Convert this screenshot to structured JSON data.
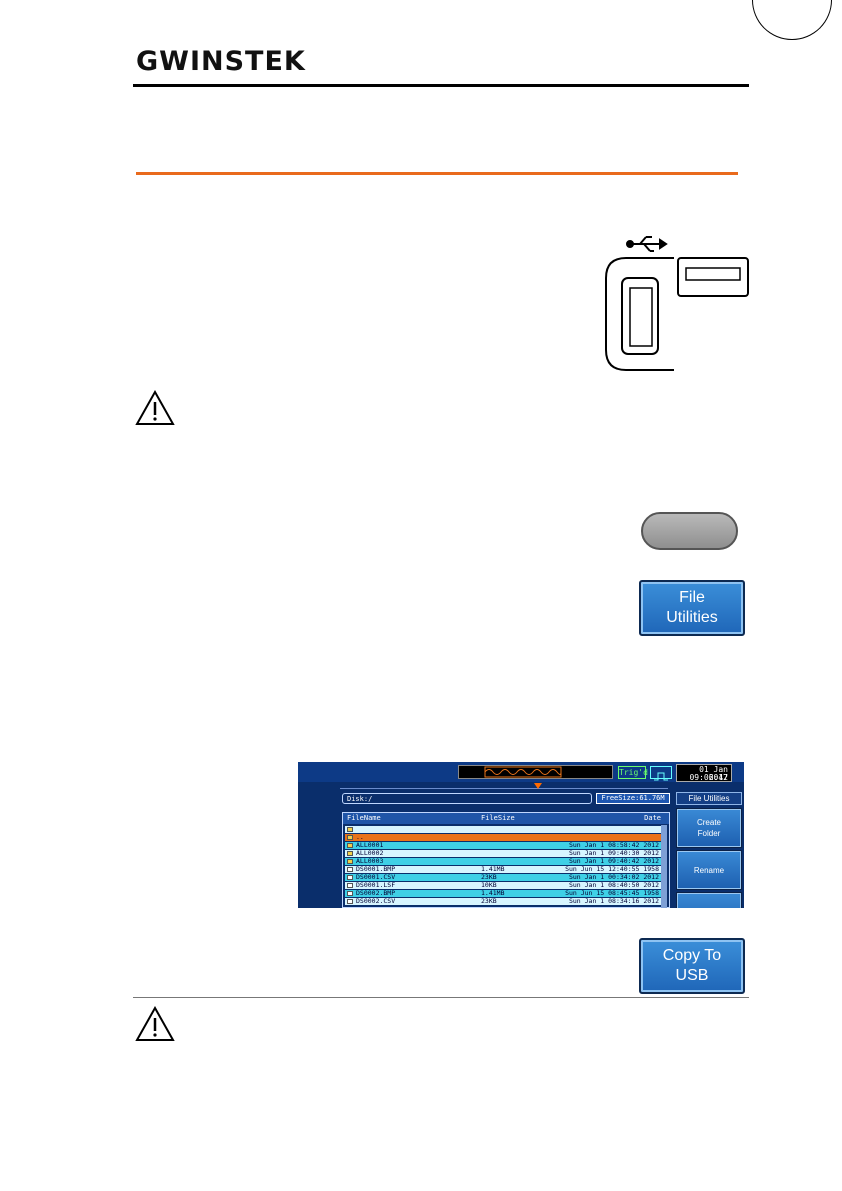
{
  "header": {
    "page_number": "",
    "brand": "GWINSTEK"
  },
  "buttons": {
    "file_utilities": [
      "File",
      "Utilities"
    ],
    "copy_to_usb": [
      "Copy To",
      "USB"
    ]
  },
  "screen": {
    "trig_label": "Trig'd",
    "date": "01 Jan 2012",
    "time": "09:06:47",
    "path": "Disk:/",
    "free_size": "FreeSize:61.76M",
    "menu_title": "File Utilities",
    "menu_keys": [
      [
        "Create",
        "Folder"
      ],
      [
        "Rename"
      ],
      [
        ""
      ]
    ],
    "columns": [
      "FileName",
      "FileSize",
      "Date"
    ],
    "rows": [
      {
        "name": "",
        "size": "",
        "date": "",
        "color": "#d7f5ff",
        "icon": "folder"
      },
      {
        "name": "..",
        "size": "",
        "date": "",
        "color": "#e9731a",
        "icon": "folder"
      },
      {
        "name": "ALL0001",
        "size": "",
        "date": "Sun Jan  1 08:58:42 2012",
        "color": "#3fd0e6",
        "icon": "folder"
      },
      {
        "name": "ALL0002",
        "size": "",
        "date": "Sun Jan  1 09:40:30 2012",
        "color": "#d7f5ff",
        "icon": "folder"
      },
      {
        "name": "ALL0003",
        "size": "",
        "date": "Sun Jan  1 09:40:42 2012",
        "color": "#3fd0e6",
        "icon": "folder"
      },
      {
        "name": "DS0001.BMP",
        "size": "1.41MB",
        "date": "Sun Jun 15 12:40:55 1958",
        "color": "#d7f5ff",
        "icon": "file"
      },
      {
        "name": "DS0001.CSV",
        "size": "23KB",
        "date": "Sun Jan  1 00:34:02 2012",
        "color": "#3fd0e6",
        "icon": "file"
      },
      {
        "name": "DS0001.LSF",
        "size": "10KB",
        "date": "Sun Jan  1 08:40:50 2012",
        "color": "#d7f5ff",
        "icon": "file"
      },
      {
        "name": "DS0002.BMP",
        "size": "1.41MB",
        "date": "Sun Jun 15 08:45:45 1958",
        "color": "#3fd0e6",
        "icon": "file"
      },
      {
        "name": "DS0002.CSV",
        "size": "23KB",
        "date": "Sun Jan  1 08:34:16 2012",
        "color": "#d7f5ff",
        "icon": "file"
      }
    ]
  }
}
